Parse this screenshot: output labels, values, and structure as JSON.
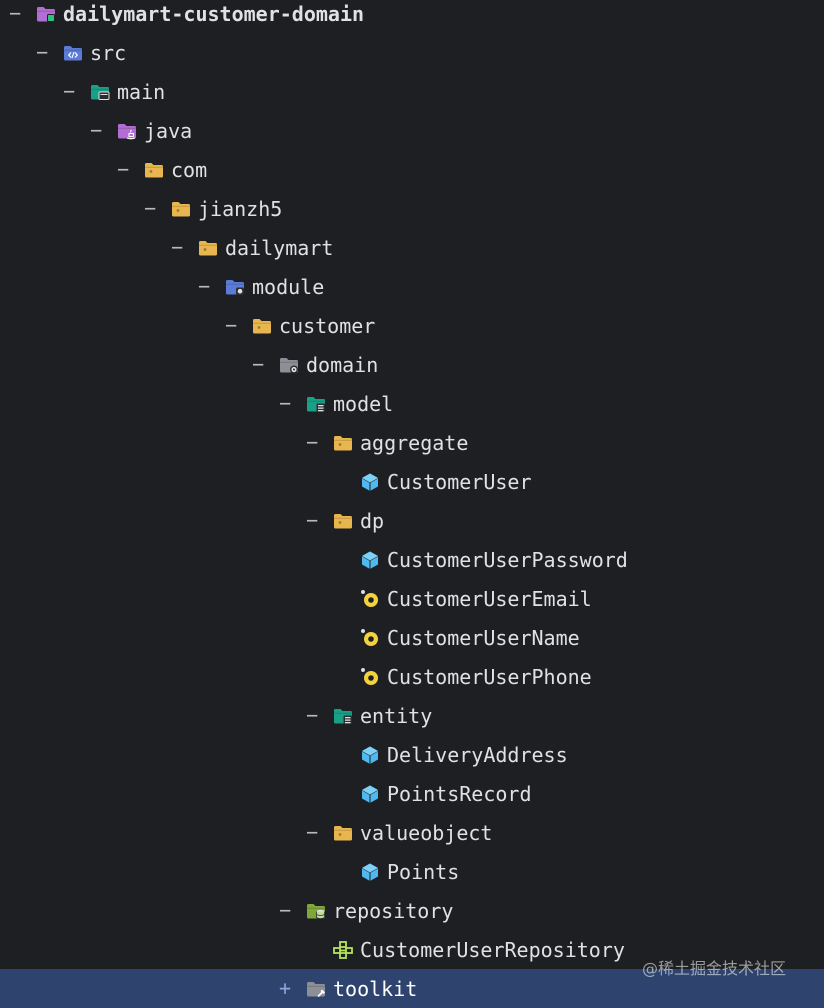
{
  "tree": {
    "nodes": [
      {
        "label": "dailymart-customer-domain",
        "icon": "module-folder-icon",
        "toggle": "−",
        "depth": 0,
        "bold": true
      },
      {
        "label": "src",
        "icon": "source-root-folder-icon",
        "toggle": "−",
        "depth": 1
      },
      {
        "label": "main",
        "icon": "resource-folder-icon",
        "toggle": "−",
        "depth": 2
      },
      {
        "label": "java",
        "icon": "java-folder-icon",
        "toggle": "−",
        "depth": 3
      },
      {
        "label": "com",
        "icon": "package-folder-icon",
        "toggle": "−",
        "depth": 4
      },
      {
        "label": "jianzh5",
        "icon": "package-folder-icon",
        "toggle": "−",
        "depth": 5
      },
      {
        "label": "dailymart",
        "icon": "package-folder-icon",
        "toggle": "−",
        "depth": 6
      },
      {
        "label": "module",
        "icon": "module-package-folder-icon",
        "toggle": "−",
        "depth": 7
      },
      {
        "label": "customer",
        "icon": "package-folder-icon",
        "toggle": "−",
        "depth": 8
      },
      {
        "label": "domain",
        "icon": "domain-folder-icon",
        "toggle": "−",
        "depth": 9
      },
      {
        "label": "model",
        "icon": "model-folder-icon",
        "toggle": "−",
        "depth": 10
      },
      {
        "label": "aggregate",
        "icon": "package-folder-icon",
        "toggle": "−",
        "depth": 11
      },
      {
        "label": "CustomerUser",
        "icon": "class-cube-icon",
        "toggle": "",
        "depth": 12
      },
      {
        "label": "dp",
        "icon": "package-folder-icon",
        "toggle": "−",
        "depth": 11
      },
      {
        "label": "CustomerUserPassword",
        "icon": "class-cube-icon",
        "toggle": "",
        "depth": 12
      },
      {
        "label": "CustomerUserEmail",
        "icon": "record-sun-icon",
        "toggle": "",
        "depth": 12
      },
      {
        "label": "CustomerUserName",
        "icon": "record-sun-icon",
        "toggle": "",
        "depth": 12
      },
      {
        "label": "CustomerUserPhone",
        "icon": "record-sun-icon",
        "toggle": "",
        "depth": 12
      },
      {
        "label": "entity",
        "icon": "model-folder-icon",
        "toggle": "−",
        "depth": 11
      },
      {
        "label": "DeliveryAddress",
        "icon": "class-cube-icon",
        "toggle": "",
        "depth": 12
      },
      {
        "label": "PointsRecord",
        "icon": "class-cube-icon",
        "toggle": "",
        "depth": 12
      },
      {
        "label": "valueobject",
        "icon": "package-folder-icon",
        "toggle": "−",
        "depth": 11
      },
      {
        "label": "Points",
        "icon": "class-cube-icon",
        "toggle": "",
        "depth": 12
      },
      {
        "label": "repository",
        "icon": "repository-folder-icon",
        "toggle": "−",
        "depth": 10
      },
      {
        "label": "CustomerUserRepository",
        "icon": "interface-component-icon",
        "toggle": "",
        "depth": 11
      },
      {
        "label": "toolkit",
        "icon": "tool-folder-icon",
        "toggle": "+",
        "depth": 10,
        "selected": true
      }
    ]
  },
  "watermark": "@稀土掘金技术社区",
  "colors": {
    "background": "#1e1f22",
    "selection": "#2e436e",
    "text": "#dfe1e5",
    "package_folder": "#e8b64e",
    "class_icon": "#4fb8ee",
    "record_icon": "#f2d33b",
    "module_folder": "#b26ed4",
    "source_folder": "#5a7bd8",
    "teal_folder": "#1aa086",
    "repository_folder": "#7ea83a"
  }
}
